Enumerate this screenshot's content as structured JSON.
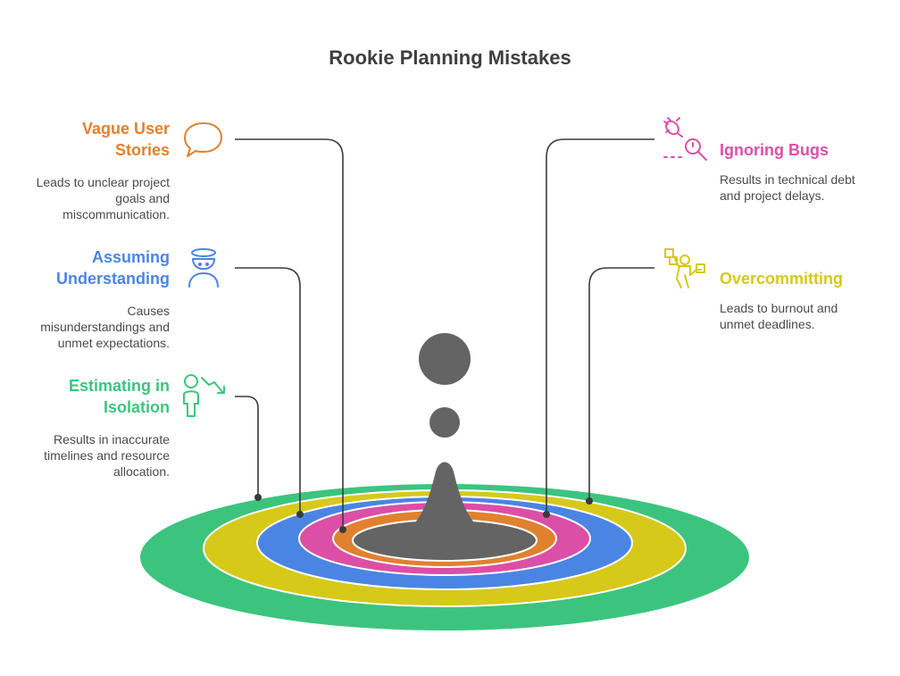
{
  "title": "Rookie Planning Mistakes",
  "colors": {
    "orange": "#e0812f",
    "blue": "#4a85e3",
    "green": "#3cc47f",
    "pink": "#dc4fa6",
    "yellow": "#d6c91a",
    "dark": "#646464",
    "line": "#3a3a3a"
  },
  "items": {
    "vague": {
      "heading": "Vague User\nStories",
      "desc": "Leads to unclear project\ngoals and\nmiscommunication.",
      "icon": "speech-bubble-icon"
    },
    "assuming": {
      "heading": "Assuming\nUnderstanding",
      "desc": "Causes\nmisunderstandings and\nunmet expectations.",
      "icon": "person-cap-icon"
    },
    "estimating": {
      "heading": "Estimating in\nIsolation",
      "desc": "Results in inaccurate\ntimelines and resource\nallocation.",
      "icon": "person-trend-down-icon"
    },
    "bugs": {
      "heading": "Ignoring Bugs",
      "desc": "Results in technical debt\nand project delays.",
      "icon": "bug-magnifier-icon"
    },
    "overcommit": {
      "heading": "Overcommitting",
      "desc": "Leads to burnout and\nunmet deadlines.",
      "icon": "overloaded-person-icon"
    }
  }
}
